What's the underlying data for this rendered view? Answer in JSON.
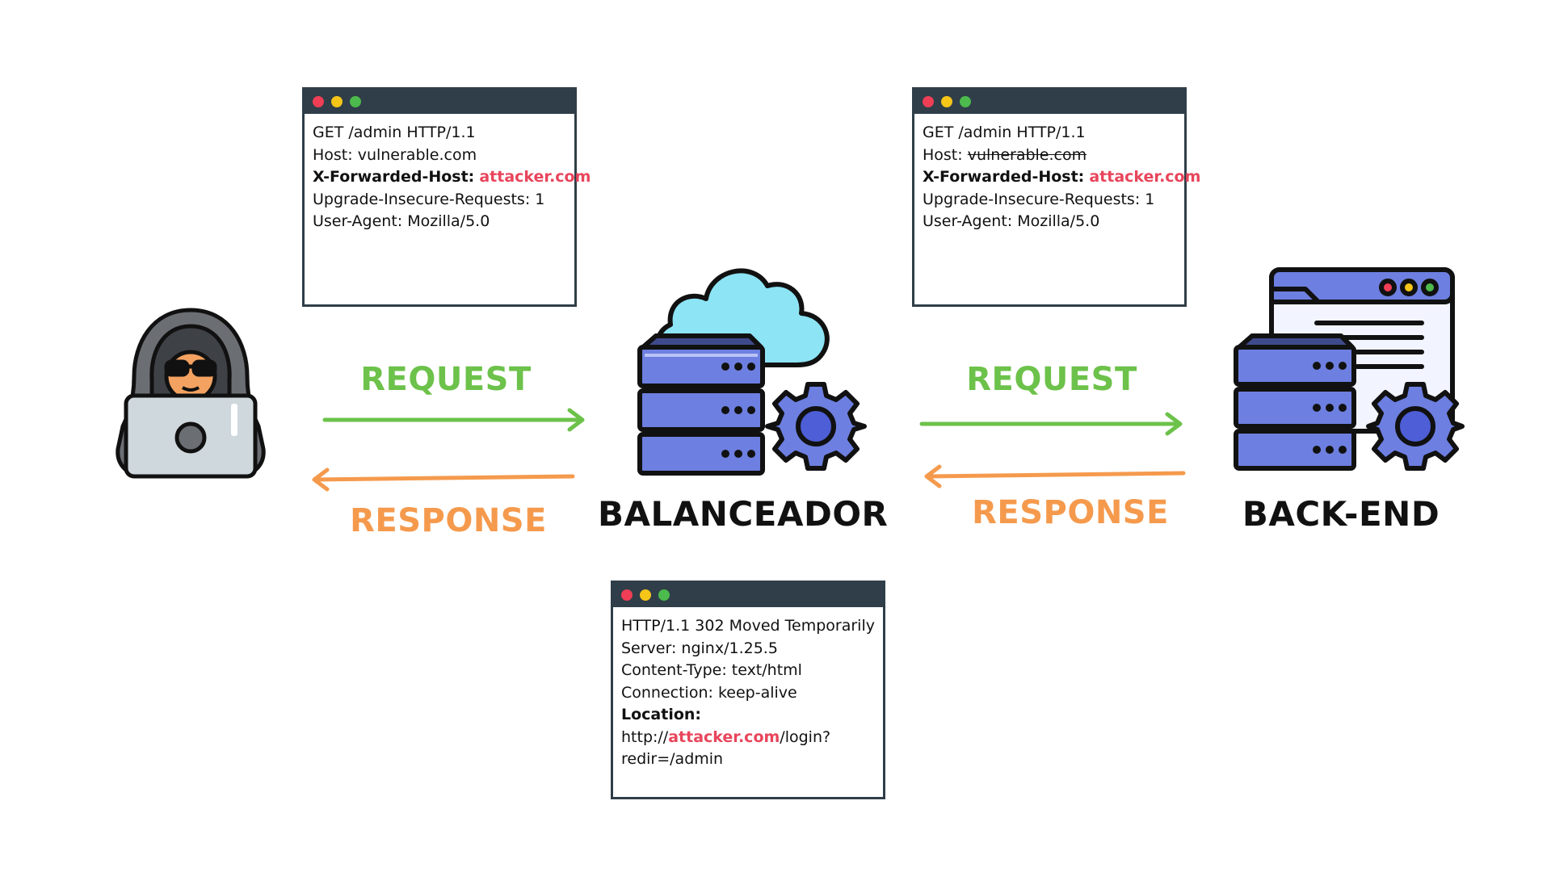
{
  "colors": {
    "request": "#6cc24a",
    "response": "#f59a4d",
    "highlight": "#e8455b",
    "window_bar": "#2f3e48",
    "dot_red": "#ef3e55",
    "dot_yellow": "#f5c518",
    "dot_green": "#4cba4c",
    "server_blue": "#6d7fe0",
    "cloud": "#8de4f5"
  },
  "icons": {
    "attacker": "hacker-with-laptop-icon",
    "balancer": "server-cloud-gear-icon",
    "backend": "server-browser-gear-icon"
  },
  "request_window_1": {
    "line1": "GET /admin HTTP/1.1",
    "line2": "Host: vulnerable.com",
    "xfh_label": "X-Forwarded-Host:",
    "xfh_value": "attacker.com",
    "line4": "Upgrade-Insecure-Requests: 1",
    "line5": "User-Agent: Mozilla/5.0"
  },
  "request_window_2": {
    "line1": "GET /admin HTTP/1.1",
    "host_label": "Host:",
    "host_value_struck": "vulnerable.com",
    "xfh_label": "X-Forwarded-Host:",
    "xfh_value": "attacker.com",
    "line4": "Upgrade-Insecure-Requests: 1",
    "line5": "User-Agent: Mozilla/5.0"
  },
  "response_window": {
    "line1": "HTTP/1.1 302 Moved Temporarily",
    "line2": "Server: nginx/1.25.5",
    "line3": "Content-Type: text/html",
    "line4": "Connection: keep-alive",
    "location_label": "Location:",
    "url_prefix": "http://",
    "url_host": "attacker.com",
    "url_suffix": "/login?",
    "line7": "redir=/admin"
  },
  "labels": {
    "request_left": "REQUEST",
    "response_left": "RESPONSE",
    "request_right": "REQUEST",
    "response_right": "RESPONSE",
    "balancer": "BALANCEADOR",
    "backend": "BACK-END"
  }
}
